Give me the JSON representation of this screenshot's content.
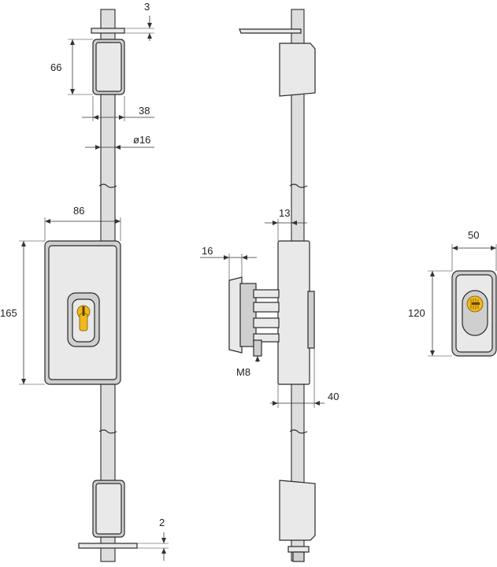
{
  "colors": {
    "line": "#2a2a2a",
    "body": "#e9e9e9",
    "body_shade": "#cfcfcf",
    "cylinder": "#f2b81c"
  },
  "dimensions": {
    "plate_thickness_top": "3",
    "keeper_height": "66",
    "keeper_width": "38",
    "rod_diameter": "ø16",
    "housing_width": "86",
    "housing_height": "165",
    "knob_projection": "16",
    "housing_offset": "13",
    "knob_thread": "M8",
    "depth": "40",
    "rosette_width": "50",
    "rosette_height": "120",
    "plate_thickness_bottom": "2"
  }
}
